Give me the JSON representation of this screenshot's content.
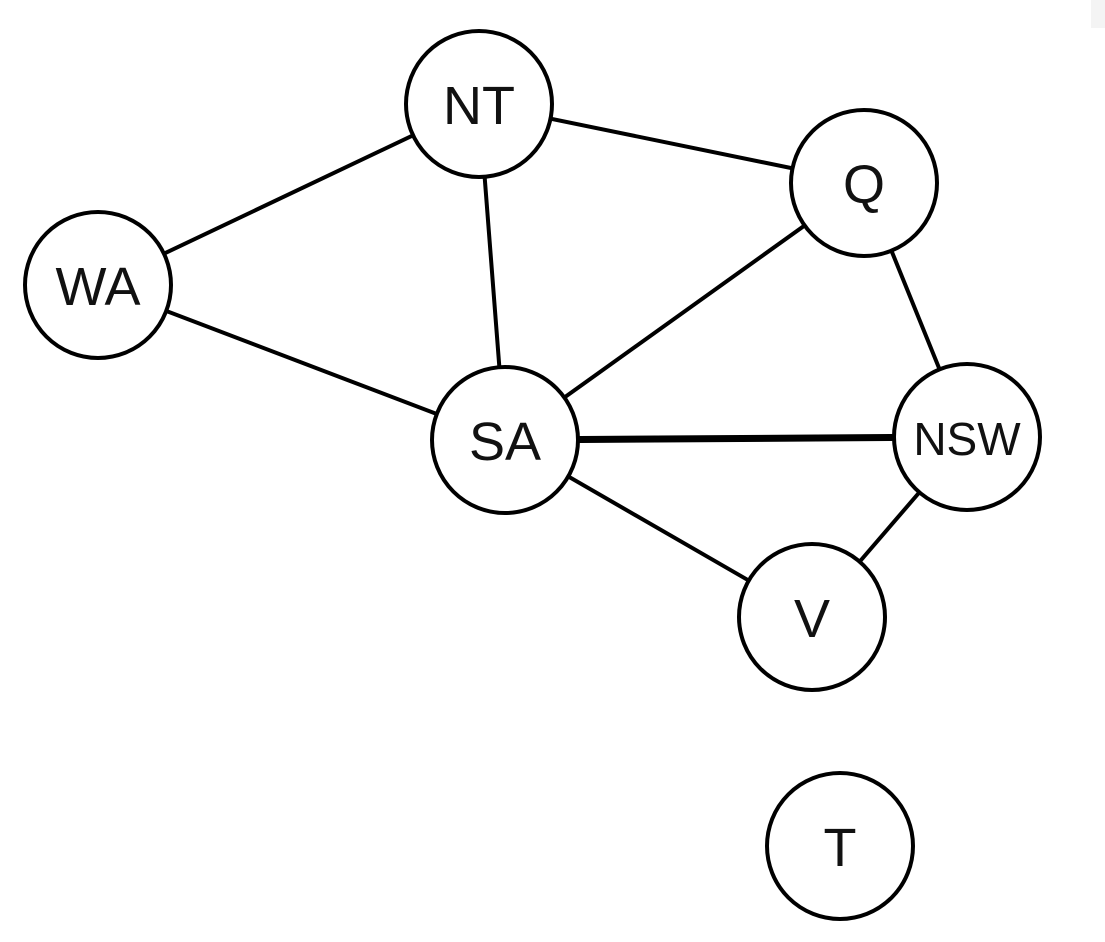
{
  "diagram": {
    "type": "undirected-graph",
    "nodes": [
      {
        "id": "WA",
        "label": "WA"
      },
      {
        "id": "NT",
        "label": "NT"
      },
      {
        "id": "Q",
        "label": "Q"
      },
      {
        "id": "SA",
        "label": "SA"
      },
      {
        "id": "NSW",
        "label": "NSW"
      },
      {
        "id": "V",
        "label": "V"
      },
      {
        "id": "T",
        "label": "T"
      }
    ],
    "edges": [
      {
        "from": "WA",
        "to": "NT"
      },
      {
        "from": "WA",
        "to": "SA"
      },
      {
        "from": "NT",
        "to": "SA"
      },
      {
        "from": "NT",
        "to": "Q"
      },
      {
        "from": "Q",
        "to": "SA"
      },
      {
        "from": "Q",
        "to": "NSW"
      },
      {
        "from": "SA",
        "to": "NSW"
      },
      {
        "from": "SA",
        "to": "V"
      },
      {
        "from": "NSW",
        "to": "V"
      }
    ],
    "colors": {
      "stroke": "#000000",
      "fill": "#ffffff",
      "text": "#111111",
      "background": "#ffffff"
    }
  }
}
